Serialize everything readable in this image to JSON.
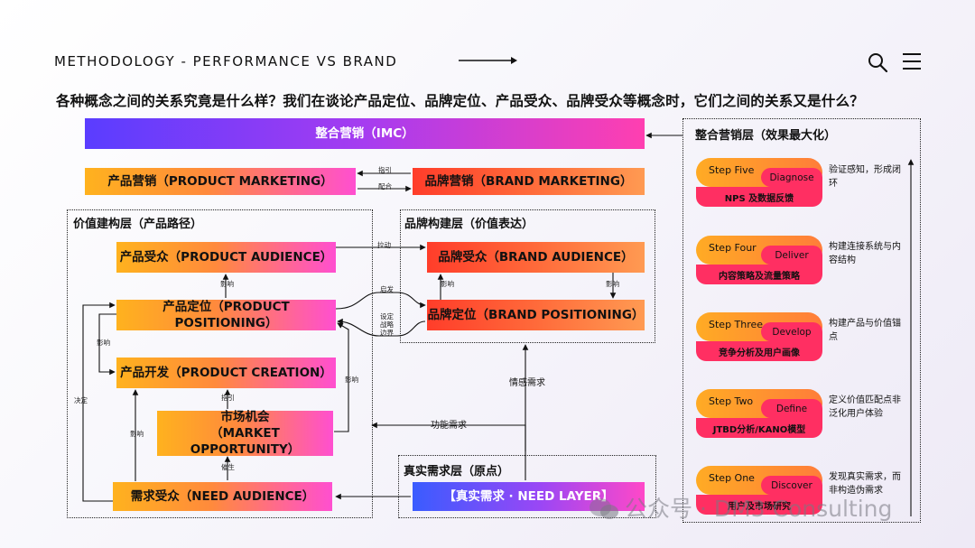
{
  "header": {
    "title": "METHODOLOGY - PERFORMANCE VS BRAND",
    "question": "各种概念之间的关系究竟是什么样？我们在谈论产品定位、品牌定位、产品受众、品牌受众等概念时，它们之间的关系又是什么？"
  },
  "boxes": {
    "imc": "整合营销（IMC）",
    "product_marketing": "产品营销（PRODUCT MARKETING）",
    "brand_marketing": "品牌营销（BRAND MARKETING）",
    "product_audience": "产品受众（PRODUCT AUDIENCE）",
    "brand_audience": "品牌受众（BRAND AUDIENCE）",
    "product_positioning": "产品定位（PRODUCT POSITIONING）",
    "brand_positioning": "品牌定位（BRAND POSITIONING）",
    "product_creation": "产品开发（PRODUCT CREATION）",
    "market_opportunity_line1": "市场机会",
    "market_opportunity_line2": "（MARKET OPPORTUNITY）",
    "need_audience": "需求受众（NEED AUDIENCE）",
    "real_need": "【真实需求 · NEED LAYER】"
  },
  "regions": {
    "value_layer": "价值建构层（产品路径）",
    "brand_layer": "品牌构建层（价值表达）",
    "real_need_layer": "真实需求层（原点）",
    "imc_layer": "整合营销层（效果最大化）"
  },
  "connectors": {
    "guide": "指引",
    "coordinate": "配合",
    "pull": "拉动",
    "influence": "影响",
    "inspire": "启发",
    "set_strategy_1": "设定",
    "set_strategy_2": "战略",
    "set_strategy_3": "边界",
    "emotional_need": "情感需求",
    "functional_need": "功能需求",
    "decide": "决定",
    "catalyze": "催生"
  },
  "steps": [
    {
      "label": "Step Five",
      "verb": "Diagnose",
      "sub": "NPS 及数据反馈",
      "desc": "验证感知，形成闭环"
    },
    {
      "label": "Step Four",
      "verb": "Deliver",
      "sub": "内容策略及流量策略",
      "desc": "构建连接系统与内容结构"
    },
    {
      "label": "Step Three",
      "verb": "Develop",
      "sub": "竞争分析及用户画像",
      "desc": "构建产品与价值锚点"
    },
    {
      "label": "Step Two",
      "verb": "Define",
      "sub": "JTBD分析/KANO模型",
      "desc": "定义价值匹配点非泛化用户体验"
    },
    {
      "label": "Step One",
      "verb": "Discover",
      "sub": "用户及市场研究",
      "desc": "发现真实需求，而非构造伪需求"
    }
  ],
  "watermark": "公众号 · DM3 Consulting",
  "icons": [
    "search-icon",
    "menu-icon",
    "arrow-right-icon",
    "wechat-icon"
  ]
}
